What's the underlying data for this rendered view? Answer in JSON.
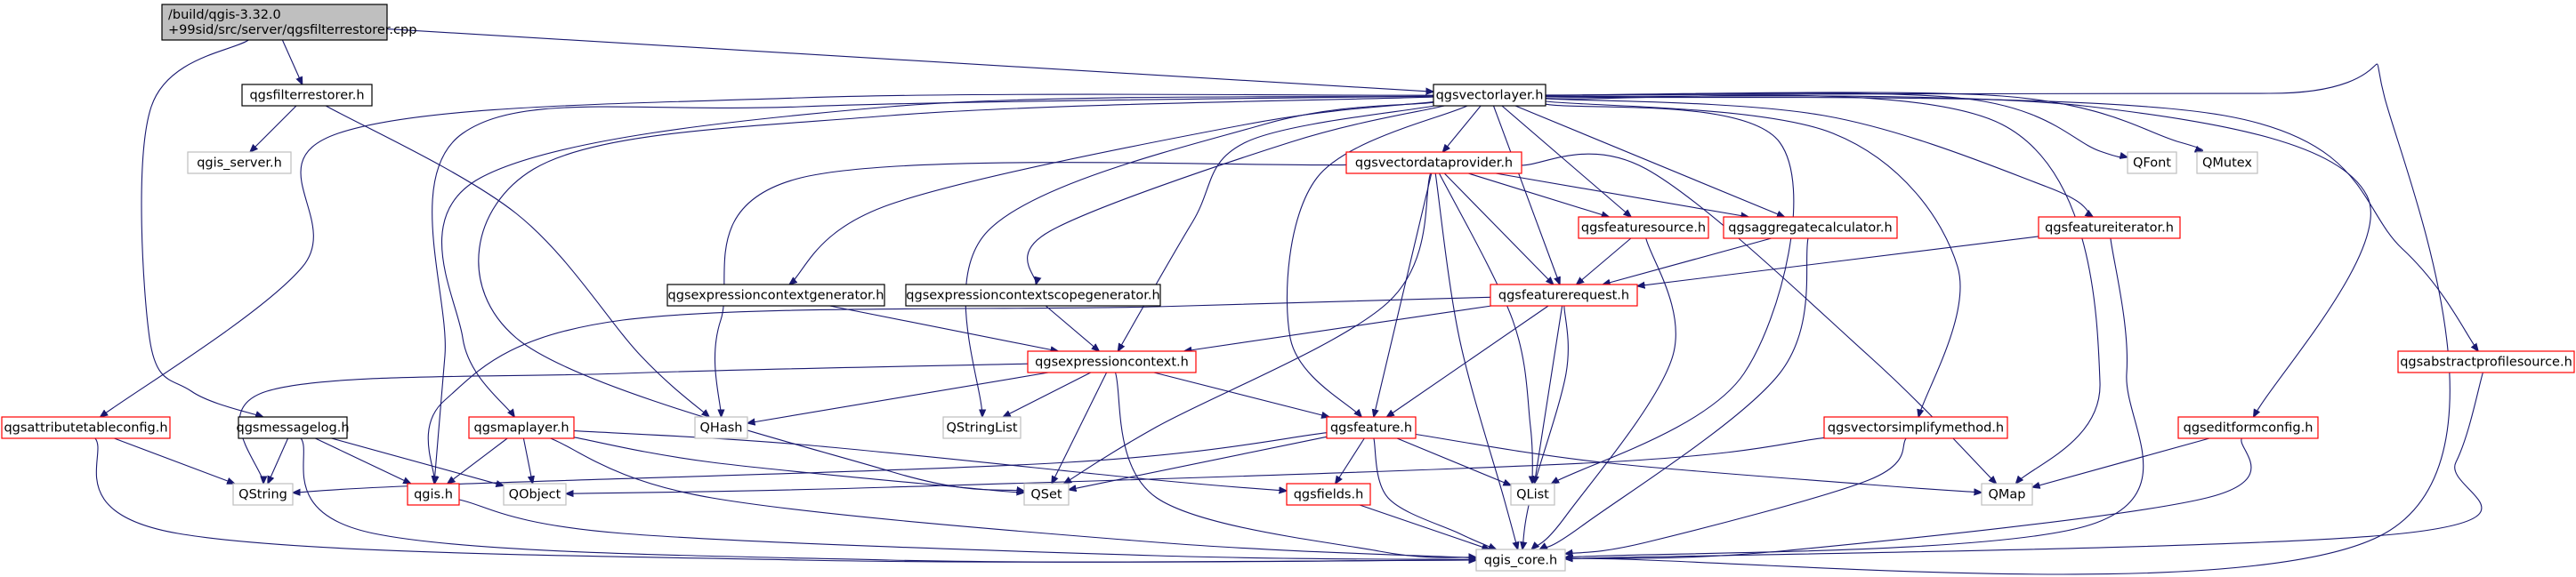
{
  "graph": {
    "colors": {
      "edge": "#191970",
      "root_fill": "#bfbfbf",
      "root_stroke": "#000000",
      "default_stroke": "#000000",
      "red_stroke": "#ff0000",
      "gray_stroke": "#bfbfbf",
      "node_fill": "#ffffff"
    },
    "nodes": {
      "root": {
        "lines": [
          "/build/qgis-3.32.0",
          "+99sid/src/server/qgsfilterrestorer.cpp"
        ],
        "style": "root"
      },
      "qgsfilterrestorer_h": {
        "lines": [
          "qgsfilterrestorer.h"
        ],
        "style": "default"
      },
      "qgis_server_h": {
        "lines": [
          "qgis_server.h"
        ],
        "style": "gray"
      },
      "qgsvectorlayer_h": {
        "lines": [
          "qgsvectorlayer.h"
        ],
        "style": "default"
      },
      "qgsvectordataprovider_h": {
        "lines": [
          "qgsvectordataprovider.h"
        ],
        "style": "red"
      },
      "qfont": {
        "lines": [
          "QFont"
        ],
        "style": "gray"
      },
      "qmutex": {
        "lines": [
          "QMutex"
        ],
        "style": "gray"
      },
      "qgsfeaturesource_h": {
        "lines": [
          "qgsfeaturesource.h"
        ],
        "style": "red"
      },
      "qgsaggregatecalculator_h": {
        "lines": [
          "qgsaggregatecalculator.h"
        ],
        "style": "red"
      },
      "qgsfeatureiterator_h": {
        "lines": [
          "qgsfeatureiterator.h"
        ],
        "style": "red"
      },
      "qgsexpressioncontextgenerator_h": {
        "lines": [
          "qgsexpressioncontextgenerator.h"
        ],
        "style": "default"
      },
      "qgsexpressioncontextscopegenerator_h": {
        "lines": [
          "qgsexpressioncontextscopegenerator.h"
        ],
        "style": "default"
      },
      "qgsfeaturerequest_h": {
        "lines": [
          "qgsfeaturerequest.h"
        ],
        "style": "red"
      },
      "qgsabstractprofilesource_h": {
        "lines": [
          "qgsabstractprofilesource.h"
        ],
        "style": "red"
      },
      "qgsexpressioncontext_h": {
        "lines": [
          "qgsexpressioncontext.h"
        ],
        "style": "red"
      },
      "qgsattributetableconfig_h": {
        "lines": [
          "qgsattributetableconfig.h"
        ],
        "style": "red"
      },
      "qgsmessagelog_h": {
        "lines": [
          "qgsmessagelog.h"
        ],
        "style": "default"
      },
      "qgsmaplayer_h": {
        "lines": [
          "qgsmaplayer.h"
        ],
        "style": "red"
      },
      "qhash": {
        "lines": [
          "QHash"
        ],
        "style": "gray"
      },
      "qstringlist": {
        "lines": [
          "QStringList"
        ],
        "style": "gray"
      },
      "qgsfeature_h": {
        "lines": [
          "qgsfeature.h"
        ],
        "style": "red"
      },
      "qgsvectorsimplifymethod_h": {
        "lines": [
          "qgsvectorsimplifymethod.h"
        ],
        "style": "red"
      },
      "qgseditformconfig_h": {
        "lines": [
          "qgseditformconfig.h"
        ],
        "style": "red"
      },
      "qstring": {
        "lines": [
          "QString"
        ],
        "style": "gray"
      },
      "qgis_h": {
        "lines": [
          "qgis.h"
        ],
        "style": "red"
      },
      "qobject": {
        "lines": [
          "QObject"
        ],
        "style": "gray"
      },
      "qset": {
        "lines": [
          "QSet"
        ],
        "style": "gray"
      },
      "qgsfields_h": {
        "lines": [
          "qgsfields.h"
        ],
        "style": "red"
      },
      "qlist": {
        "lines": [
          "QList"
        ],
        "style": "gray"
      },
      "qmap": {
        "lines": [
          "QMap"
        ],
        "style": "gray"
      },
      "qgis_core_h": {
        "lines": [
          "qgis_core.h"
        ],
        "style": "gray"
      }
    }
  }
}
